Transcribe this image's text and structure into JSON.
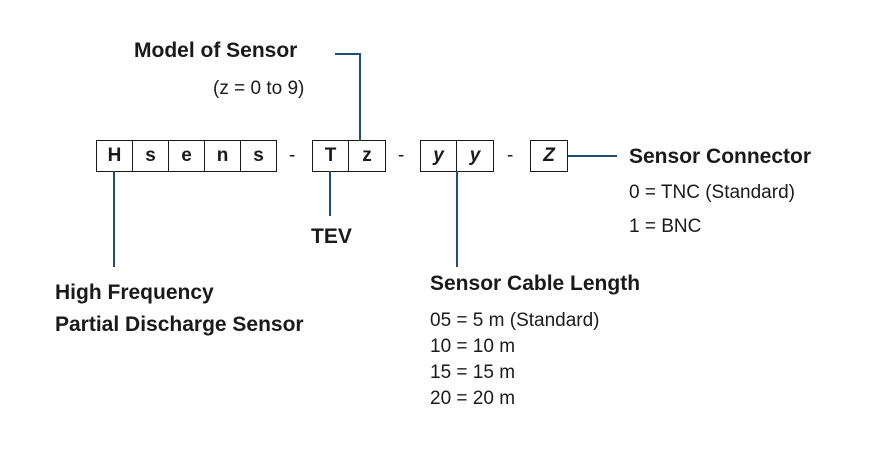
{
  "code": {
    "part1": [
      "H",
      "s",
      "e",
      "n",
      "s"
    ],
    "part2": [
      "T",
      "z"
    ],
    "part3": [
      "y",
      "y"
    ],
    "part4": [
      "Z"
    ],
    "separator": "-"
  },
  "model": {
    "title": "Model of Sensor",
    "range": "(z = 0 to 9)"
  },
  "tev": {
    "title": "TEV"
  },
  "hfpd": {
    "line1": "High Frequency",
    "line2": "Partial Discharge Sensor"
  },
  "cable": {
    "title": "Sensor Cable Length",
    "options": [
      "05 = 5 m (Standard)",
      "10 = 10 m",
      "15 = 15 m",
      "20 = 20 m"
    ]
  },
  "connector": {
    "title": "Sensor Connector",
    "options": [
      "0 = TNC (Standard)",
      "1 = BNC"
    ]
  },
  "colors": {
    "line": "#1f4e79",
    "text": "#1a1a1a"
  }
}
